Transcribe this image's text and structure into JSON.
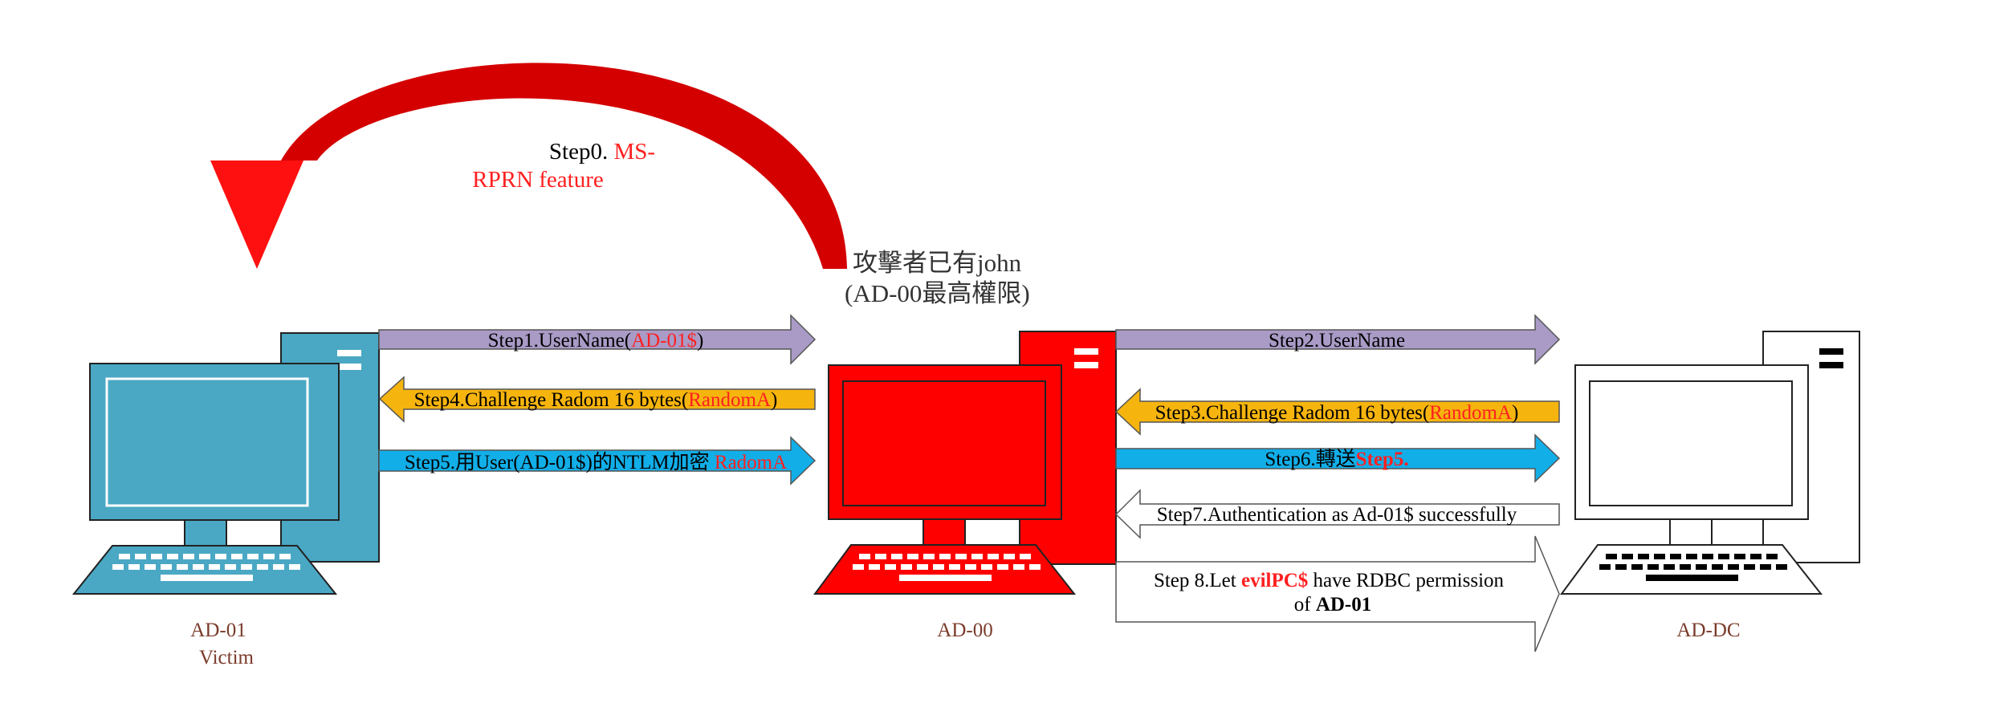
{
  "step0": {
    "prefix": "Step0. ",
    "line1_red": "MS-",
    "line2_red": "RPRN feature"
  },
  "attacker_note": {
    "line1": "攻擊者已有john",
    "line2": "(AD-00最高權限)"
  },
  "machines": {
    "victim": {
      "name": "AD-01",
      "role": "Victim"
    },
    "middle": {
      "name": "AD-00"
    },
    "dc": {
      "name": "AD-DC"
    }
  },
  "steps": {
    "s1": {
      "text": "Step1.UserName(",
      "red": "AD-01$",
      "suffix": ")"
    },
    "s2": {
      "text": "Step2.UserName"
    },
    "s3": {
      "text": "Step3.Challenge Radom 16 bytes(",
      "red": "RandomA",
      "suffix": ")"
    },
    "s4": {
      "text": "Step4.Challenge Radom 16 bytes(",
      "red": "RandomA",
      "suffix": ")"
    },
    "s5": {
      "text": "Step5.用User(AD-01$)的NTLM加密 ",
      "red": "RadomA"
    },
    "s6": {
      "text": "Step6.轉送",
      "red": "Step5."
    },
    "s7": {
      "text": "Step7.Authentication as Ad-01$ successfully"
    },
    "s8": {
      "line1_prefix": "Step 8.Let ",
      "line1_red": "evilPC$",
      "line1_suffix": " have RDBC permission",
      "line2_prefix": "of ",
      "line2_bold": "AD-01"
    }
  },
  "colors": {
    "victim": "#4aa8c4",
    "middle": "#ff0000",
    "dc": "#ffffff",
    "purple_arrow": "#a99bc6",
    "orange_arrow": "#f6b40e",
    "blue_arrow": "#12aee8",
    "red_text": "#ff2020",
    "label_text": "#7a3b2a"
  }
}
